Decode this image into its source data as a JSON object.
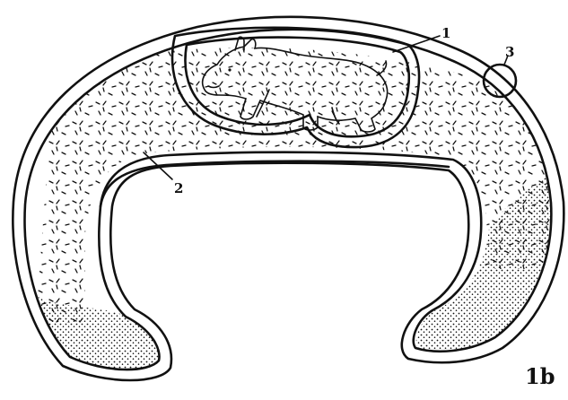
{
  "figure": {
    "panel_label": "1b",
    "labels": {
      "one": "1",
      "two": "2",
      "three": "3"
    }
  },
  "colors": {
    "ink": "#111111",
    "paper": "#ffffff"
  }
}
